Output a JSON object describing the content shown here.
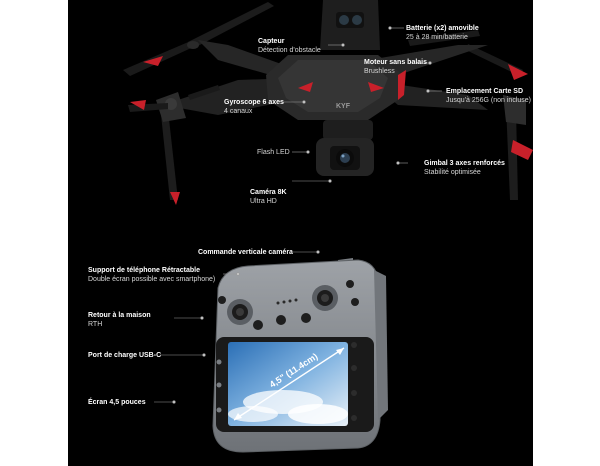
{
  "drone_labels": {
    "battery": {
      "title": "Batterie (x2) amovible",
      "sub": "25 à 28 min/batterie"
    },
    "sensor": {
      "title": "Capteur",
      "sub": "Détection d'obstacle"
    },
    "motor": {
      "title": "Moteur sans balais",
      "sub": "Brushless"
    },
    "sd_slot": {
      "title": "Emplacement Carte SD",
      "sub": "Jusqu'à 256G (non incluse)"
    },
    "gyro": {
      "title": "Gyroscope 6 axes",
      "sub": "4 canaux"
    },
    "flash": {
      "title": "Flash LED"
    },
    "gimbal": {
      "title": "Gimbal 3 axes renforcés",
      "sub": "Stabilité optimisée"
    },
    "camera": {
      "title": "Caméra 8K",
      "sub": "Ultra HD"
    }
  },
  "drone_logo": "KYF",
  "remote_labels": {
    "vertical_cmd": {
      "title": "Commande verticale caméra"
    },
    "phone_support": {
      "title": "Support de téléphone Rétractable",
      "sub": "Double écran possible avec smartphone)"
    },
    "rth": {
      "title": "Retour à la maison",
      "sub": "RTH"
    },
    "usb_port": {
      "title": "Port de charge USB-C"
    },
    "screen": {
      "title": "Écran 4,5 pouces"
    }
  },
  "screen_measure": "4,5\" (11.4cm)",
  "colors": {
    "background": "#000000",
    "accent_red": "#c8202a",
    "remote_body": "#8d9196"
  }
}
